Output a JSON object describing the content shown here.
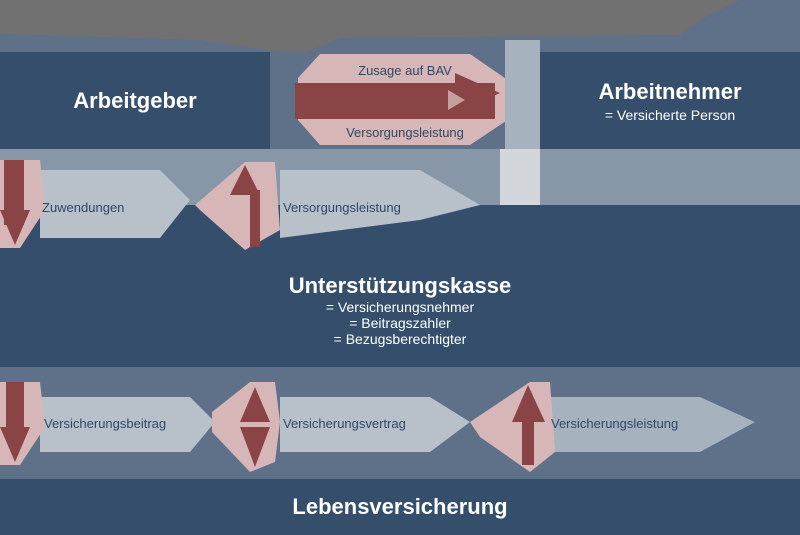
{
  "header": {
    "title_obscured": ""
  },
  "entities": {
    "employer": {
      "title": "Arbeitgeber"
    },
    "employee": {
      "title": "Arbeitnehmer",
      "subtitle": "= Versicherte Person"
    },
    "support_fund": {
      "title": "Unterstützungskasse",
      "roles": [
        "= Versicherungsnehmer",
        "= Beitragszahler",
        "= Bezugsberechtigter"
      ]
    },
    "life_insurance": {
      "title": "Lebensversicherung"
    }
  },
  "flows": {
    "employer_employee": {
      "top_label": "Zusage auf BAV",
      "bottom_label": "Versorgungsleistung"
    },
    "employer_fund": {
      "down_label": "Zuwendungen",
      "up_label": "Versorgungsleistung"
    },
    "fund_insurance": {
      "down_label": "Versicherungsbeitrag",
      "bidirectional_label": "Versicherungsvertrag",
      "up_label": "Versicherungsleistung"
    }
  },
  "colors": {
    "navy": "#344e6b",
    "slate": "#5e7189",
    "arrow_red": "#8b4445",
    "arrow_pink": "#d6b6b7",
    "overlay_gray": "#717171"
  }
}
